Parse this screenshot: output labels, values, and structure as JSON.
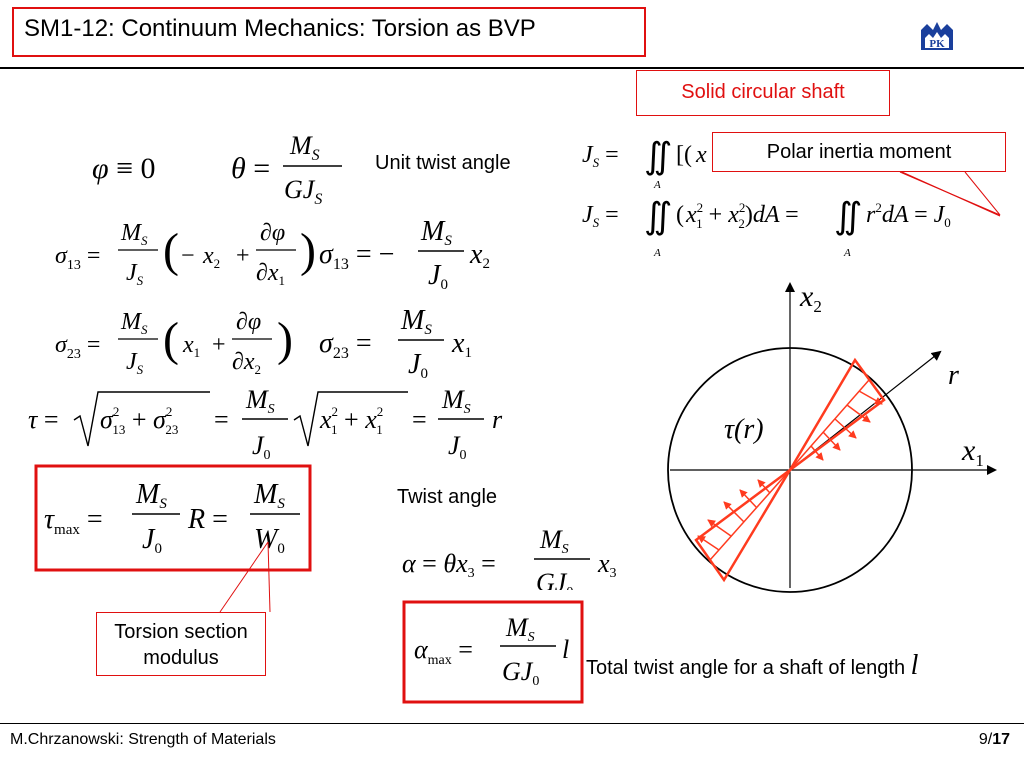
{
  "header": {
    "title": "SM1-12: Continuum Mechanics: Torsion as BVP"
  },
  "labels": {
    "unit_twist_angle": "Unit twist angle",
    "twist_angle": "Twist angle",
    "total_twist_angle": "Total twist angle for a shaft of length",
    "total_twist_length_symbol": "l",
    "solid_circular_shaft": "Solid circular shaft",
    "polar_inertia_moment": "Polar inertia moment",
    "torsion_section_modulus_line1": "Torsion section",
    "torsion_section_modulus_line2": "modulus"
  },
  "diagram": {
    "axis_x2": "x",
    "axis_x2_sub": "2",
    "axis_x1": "x",
    "axis_x1_sub": "1",
    "radial_axis": "r",
    "stress_label": "τ(r)"
  },
  "footer": {
    "author": "M.Chrzanowski: Strength of Materials",
    "page": "9/",
    "total": "17"
  },
  "colors": {
    "accent_red": "#e01010",
    "arrow_red": "#ff3b1f"
  }
}
